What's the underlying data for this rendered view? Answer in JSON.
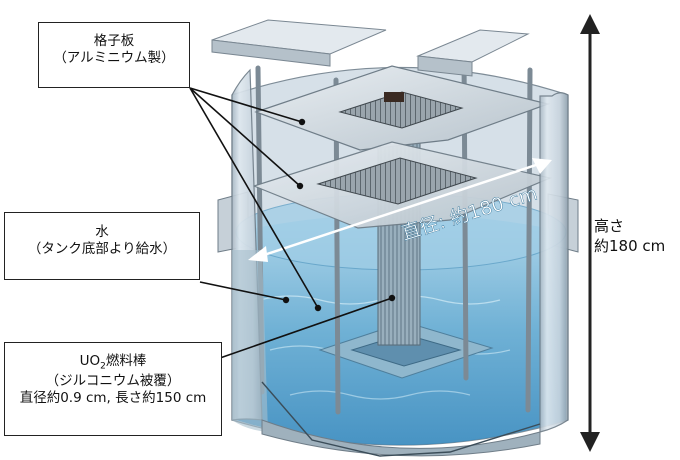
{
  "labels": {
    "grid_plate": {
      "name": "格子板",
      "detail": "（アルミニウム製）"
    },
    "water": {
      "name": "水",
      "detail": "（タンク底部より給水）"
    },
    "fuel_rod": {
      "name_main": "UO",
      "name_sub": "2",
      "name_suffix": "燃料棒",
      "detail": "（ジルコニウム被覆）",
      "size": "直径約0.9 cm, 長さ約150 cm"
    },
    "diameter": "直径: 約180 cm",
    "height_line1": "高さ",
    "height_line2": "約180 cm"
  },
  "icons": {
    "diameter_arrow": "double-headed-arrow-icon",
    "height_arrow": "double-headed-vertical-arrow-icon"
  },
  "colors": {
    "water": "#6fb4d8",
    "tank": "#c9d6e0",
    "arrow": "#222222",
    "diameter_text": "#ffffff"
  }
}
